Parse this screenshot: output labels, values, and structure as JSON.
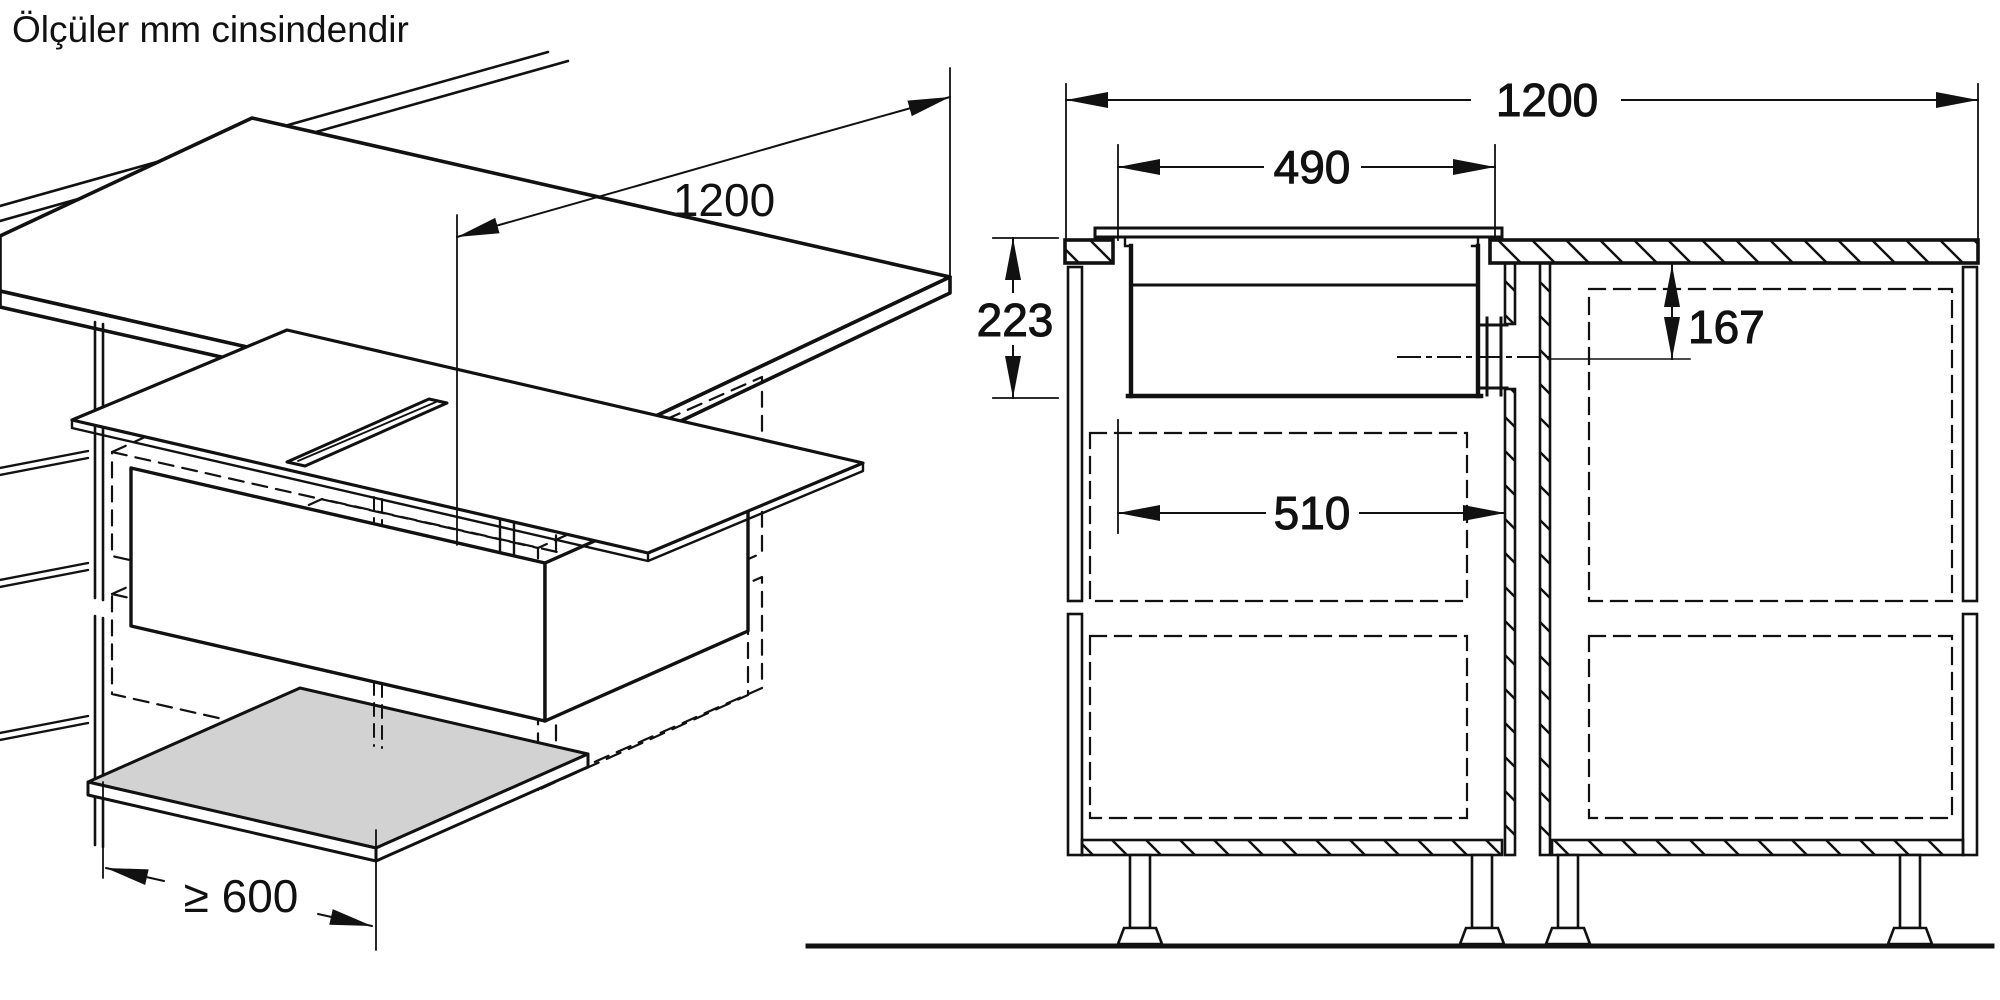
{
  "title": "Ölçüler mm cinsindendir",
  "colors": {
    "line": "#111111",
    "shelf_fill": "#d2d2d2",
    "background": "#ffffff"
  },
  "isometric_view": {
    "description": "worktop-with-venting-hob-isometric",
    "dimensions": {
      "worktop_width": "1200",
      "min_worktop_depth": "≥ 600"
    }
  },
  "section_view": {
    "description": "cabinet-cross-section",
    "dimensions": {
      "worktop_width": "1200",
      "cutout_width": "490",
      "appliance_height": "223",
      "duct_center_offset": "167",
      "cabinet_inner_depth": "510"
    }
  }
}
